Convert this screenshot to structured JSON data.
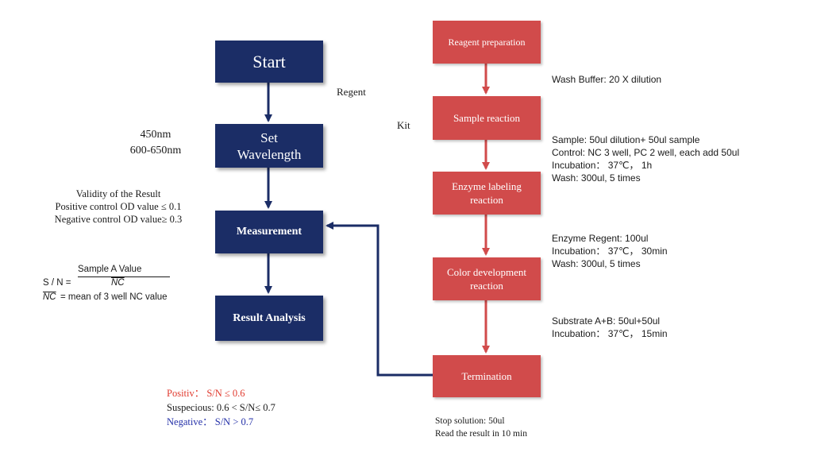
{
  "left_flow": {
    "start": "Start",
    "set_wavelength": [
      "Set",
      "Wavelength"
    ],
    "measurement": "Measurement",
    "result_analysis": "Result Analysis"
  },
  "wavelength_note": [
    "450nm",
    "600-650nm"
  ],
  "reagent_label": "Regent",
  "kit_label": "Kit",
  "validity": {
    "title": "Validity of the Result",
    "positive": "Positive control OD value  ≤  0.1",
    "negative": "Negative control OD value≥  0.3"
  },
  "sn_formula": {
    "numerator": "Sample A Value",
    "lhs": "S / N =",
    "denominator": "NC",
    "nc_symbol": "NC",
    "nc_def": "= mean of 3 well NC value"
  },
  "results": {
    "positive": "Positiv： S/N  ≤  0.6",
    "suspicious": "Suspecious: 0.6 < S/N≤  0.7",
    "negative": "Negative：  S/N > 0.7"
  },
  "right_flow": {
    "reagent_prep": "Reagent preparation",
    "sample_reaction": "Sample reaction",
    "enzyme_labeling": [
      "Enzyme labeling",
      "reaction"
    ],
    "color_development": [
      "Color development",
      "reaction"
    ],
    "termination": "Termination"
  },
  "notes": {
    "wash_buffer": "Wash Buffer: 20 X dilution",
    "sample": [
      "Sample: 50ul dilution+ 50ul sample",
      "Control: NC 3 well, PC 2 well, each add 50ul",
      "Incubation： 37℃， 1h",
      "Wash: 300ul, 5 times"
    ],
    "enzyme": [
      "Enzyme Regent: 100ul",
      "Incubation： 37℃， 30min",
      "Wash: 300ul, 5 times"
    ],
    "substrate": [
      "Substrate A+B: 50ul+50ul",
      "Incubation： 37℃，  15min"
    ],
    "stop": [
      "Stop solution: 50ul",
      "Read the result in 10 min"
    ]
  },
  "colors": {
    "navy": "#1b2d66",
    "red_box": "#d14b4b",
    "positive_text": "#e03a2e",
    "negative_text": "#2430a8"
  }
}
